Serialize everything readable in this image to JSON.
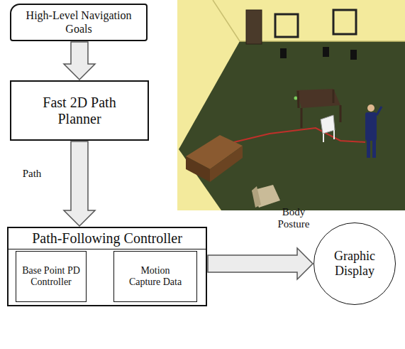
{
  "diagram": {
    "nodes": [
      {
        "text": [
          "High-Level Navigation Goals"
        ]
      },
      {
        "text": [
          "Fast 2D Path Planner"
        ]
      },
      {
        "text": [
          "Path-Following Controller"
        ]
      },
      {
        "text": [
          "Base Point PD Controller"
        ],
        "in": 2
      },
      {
        "text": [
          "Motion Capture Data"
        ],
        "in": 2
      },
      {
        "text": [
          "Graphic Display"
        ]
      }
    ],
    "edges": [
      {
        "from": 0,
        "to": 1,
        "arrow": "to"
      },
      {
        "from": 1,
        "to": 2,
        "label": "Path",
        "arrow": "to"
      },
      {
        "from": 2,
        "to": 5,
        "label": "Body Posture",
        "arrow": "to"
      }
    ]
  }
}
